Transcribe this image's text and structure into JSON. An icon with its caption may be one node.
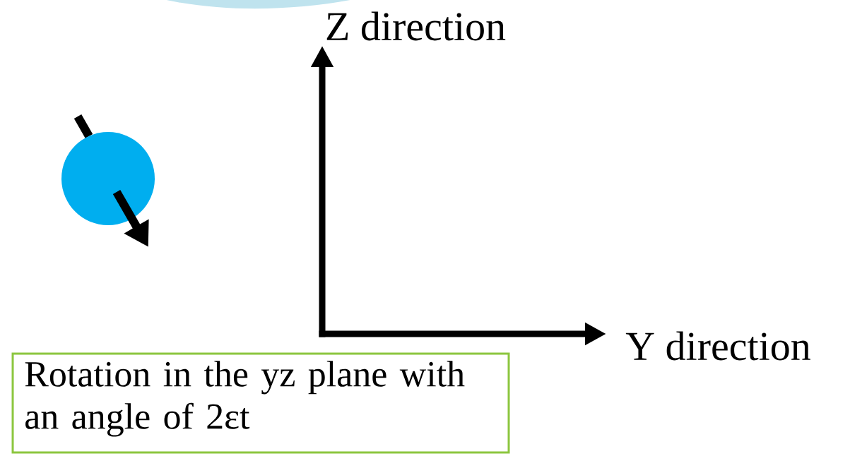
{
  "diagram": {
    "nodes": [
      {
        "text": [
          "Rotation in the yz plane with an angle of 2εt"
        ]
      }
    ],
    "labels": [
      "Z direction",
      "Y direction"
    ]
  }
}
